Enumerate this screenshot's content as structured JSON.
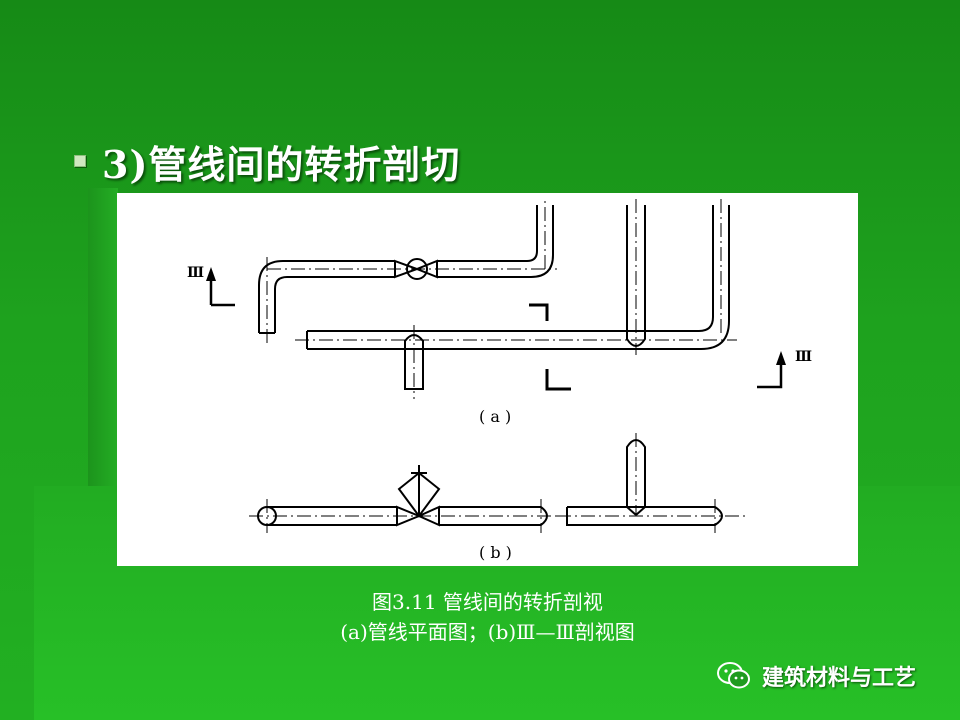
{
  "slide": {
    "title": "3)管线间的转折剖切",
    "caption_line1": "图3.11  管线间的转折剖视",
    "caption_line2": "(a)管线平面图；(b)Ⅲ—Ⅲ剖视图",
    "watermark": "建筑材料与工艺"
  },
  "figure": {
    "label_a": "( a )",
    "label_b": "( b )",
    "section_mark_left": "Ⅲ",
    "section_mark_right": "Ⅲ"
  },
  "icons": {
    "bullet": "square-bullet-icon",
    "watermark_logo": "wechat-icon"
  },
  "colors": {
    "background": "#1f9b1f",
    "title": "#ffffff",
    "figure_bg": "#ffffff",
    "line": "#000000"
  }
}
